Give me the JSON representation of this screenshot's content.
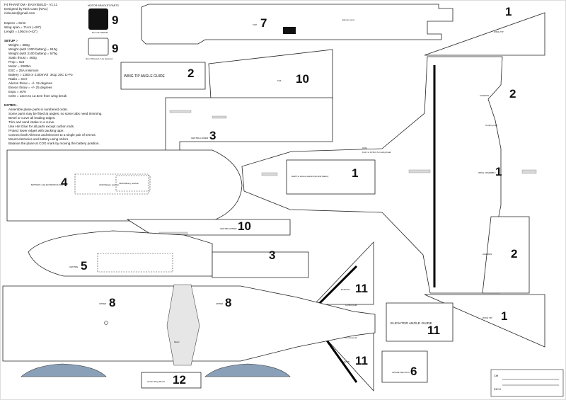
{
  "header": {
    "title": "F4 PHANTOM - EASYBUILD - V1.11",
    "designer": "Designed by Nick Cass (NAC)",
    "email": "nickcass@gmail.com",
    "dimensions": [
      "Dapron = 6mm",
      "Wing span = 71cm (~28\")",
      "Length = 106cm (~42\")"
    ],
    "setup_title": "SETUP :-",
    "setup": [
      "Weight = 380g",
      "Weight (with 1300 battery) = 510g",
      "Weight (with 2100 battery) = 570g",
      "Static thrust = 460g",
      "Prop = 6x4",
      "Motor = 2000kv",
      "ESC = 25A minimum",
      "Battery = 1300 or 2100mAh  3s1p 20C Li-Po",
      "Radio = 4CH",
      "Aileron throw = +/- 15 degrees",
      "Elevon throw = +/- 25 degrees",
      "Expo = 40%",
      "COG = 12cm to 12.5cm from wing break"
    ],
    "notes_title": "NOTES:-",
    "notes": [
      "Assemble plane parts in numbered order.",
      "Some parts may be fitted at angles, so some tabs need trimming.",
      "Bevel or curve all leading edges.",
      "Trim and sand intake to a curve.",
      "Use Hot Glue for all parts except carbon rods.",
      "Protect lower edges with packing tape.",
      "Connect both Ailerons and Elevons to a single pair of servos.",
      "Mount eletronics and battery using Velcro.",
      "Balance the plane at COG mark by moving the battery position."
    ]
  },
  "parts": {
    "motor_bracket_label": "MOTOR BRACKET PARTS",
    "motor_bracket_caption": "6mm PLYWOOD",
    "ply_caption": "3mm Plywood / Lite plywood",
    "n9a": "9",
    "n9b": "9",
    "n7": "7",
    "n7_label": "TOP",
    "n1_wingtip_top": "1",
    "wingtip_label": "WING TIP",
    "n2_guide": "2",
    "wing_tip_guide": "WING TIP ANGLE GUIDE",
    "n10_tail": "10",
    "tail_label": "TAIL",
    "n3_centre": "3",
    "centre_lower": "CENTRE LOWER",
    "n2_aileron_top": "2",
    "aileron": "AILERON",
    "n1_wing_assembly": "1",
    "wing_assembly": "WING ASSEMBLY",
    "n1_battery": "1",
    "battery_text": "Hatch to access electronics and battery",
    "n4": "4",
    "battery_elec": "BATTERY & ELECTRONICS PAD",
    "battery_pos_2100": "2100 Battery position",
    "battery_pos_1300": "1300 Battery position",
    "n10_upper": "10",
    "centre_upper": "CENTRE UPPER",
    "n5": "5",
    "centre": "CENTRE",
    "n3_lower": "3",
    "n2_aileron_bottom": "2",
    "n11_elevon_top": "11",
    "elevon": "ELEVON",
    "n8_left": "8",
    "n8_right": "8",
    "upper": "UPPER",
    "n11_guide": "11",
    "elevator_guide": "ELEVATOR ANGLE GUIDE",
    "n1_wingtip_bottom": "1",
    "n11_elevon_bottom": "11",
    "n6": "6",
    "intake_section": "INTAKE SECTION",
    "n12": "12",
    "under_wing": "Under Wing Mount",
    "control_point": "Control point",
    "cog_label": "COG",
    "cog_note": "12cm to 12.5cm from wing break",
    "motor_label": "Motor",
    "servo_label": "Elevon servo"
  },
  "ruler": {
    "top_label": "CM",
    "bottom_label": "INCH"
  },
  "colors": {
    "line": "#222222",
    "slot": "#d9d9d9",
    "canopy": "#8aa0b8"
  }
}
